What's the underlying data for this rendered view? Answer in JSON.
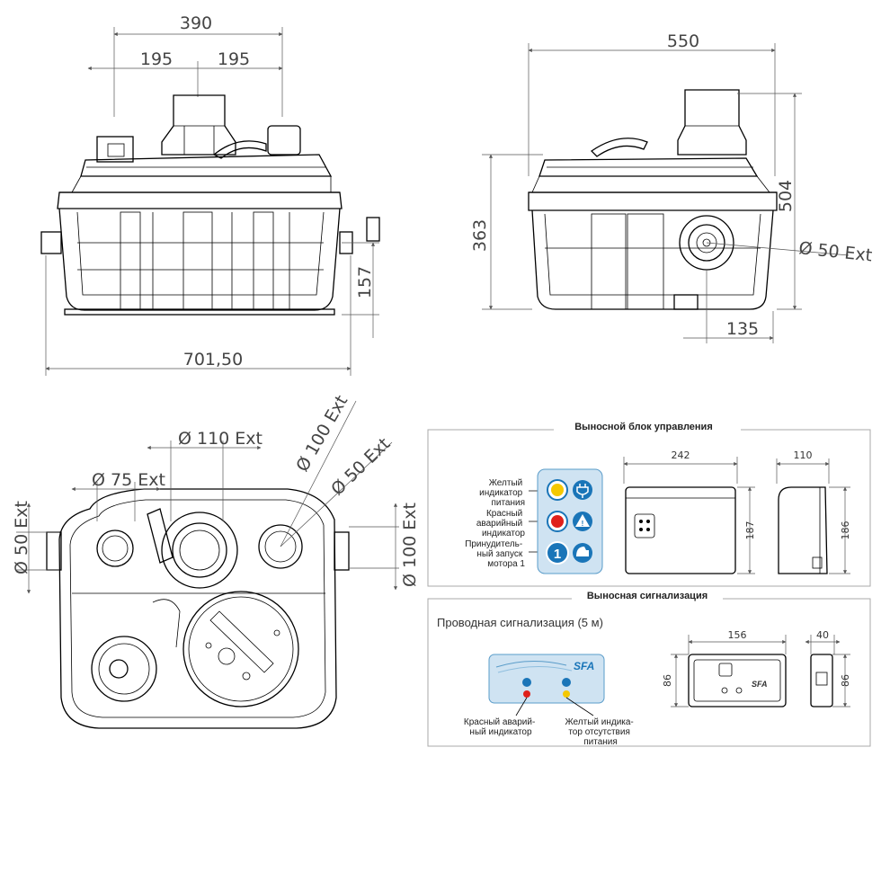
{
  "front_view": {
    "dim_total_top": "390",
    "dim_half_left": "195",
    "dim_half_right": "195",
    "dim_width": "701,50",
    "dim_height_side": "157"
  },
  "side_view": {
    "dim_width": "550",
    "dim_height_total": "504",
    "dim_height_body": "363",
    "dim_outlet_offset": "135",
    "outlet_diameter": "Ø 50 Ext"
  },
  "top_view": {
    "inlet_110": "Ø 110 Ext",
    "inlet_75": "Ø 75 Ext",
    "inlet_100": "Ø 100 Ext",
    "inlet_50_diag": "Ø 50 Ext",
    "inlet_50_left": "Ø 50 Ext",
    "inlet_100_right": "Ø 100 Ext"
  },
  "control_box": {
    "title": "Выносной блок управления",
    "label_yellow": [
      "Желтый",
      "индикатор",
      "питания"
    ],
    "label_red": [
      "Красный",
      "аварийный",
      "индикатор"
    ],
    "label_force": [
      "Принудитель-",
      "ный запуск",
      "мотора 1"
    ],
    "button_number": "1",
    "dim_width": "242",
    "dim_height": "187",
    "dim_depth": "110",
    "dim_side_height": "186"
  },
  "alarm": {
    "title": "Выносная сигнализация",
    "subtitle": "Проводная сигнализация (5 м)",
    "brand": "SFA",
    "label_red": [
      "Красный аварий-",
      "ный индикатор"
    ],
    "label_yellow": [
      "Желтый индика-",
      "тор отсутствия",
      "питания"
    ],
    "dim_width": "156",
    "dim_height": "86",
    "dim_depth": "40",
    "dim_side_height": "86"
  },
  "colors": {
    "yellow": "#f5c800",
    "red": "#e0201a",
    "blue": "#1a75b8",
    "panel_bg": "#cfe3f2"
  }
}
